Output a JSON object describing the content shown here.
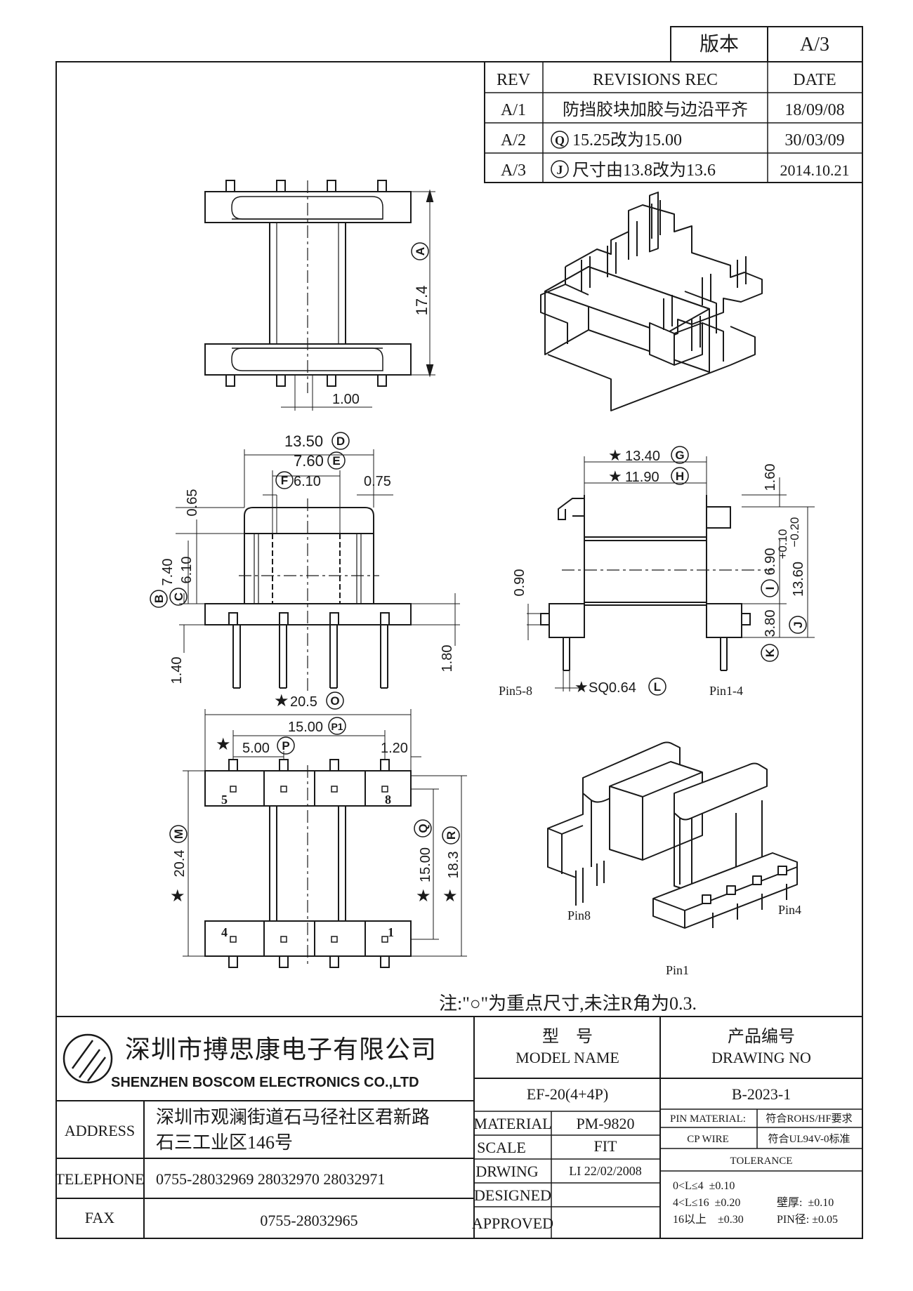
{
  "version_box": {
    "label": "版本",
    "value": "A/3"
  },
  "revisions": {
    "headers": [
      "REV",
      "REVISIONS REC",
      "DATE"
    ],
    "rows": [
      {
        "rev": "A/1",
        "mark": "",
        "text": "防挡胶块加胶与边沿平齐",
        "date": "18/09/08"
      },
      {
        "rev": "A/2",
        "mark": "Q",
        "text": "15.25改为15.00",
        "date": "30/03/09"
      },
      {
        "rev": "A/3",
        "mark": "J",
        "text": "尺寸由13.8改为13.6",
        "date": "2014.10.21"
      }
    ]
  },
  "dims": {
    "top_height": "17.4",
    "top_height_mark": "A",
    "top_gap": "1.00",
    "front_width": "13.50",
    "front_width_mark": "D",
    "front_inner": "7.60",
    "front_inner_mark": "E",
    "front_core": "6.10",
    "front_core_mark": "F",
    "front_side": "0.75",
    "front_top": "0.65",
    "front_height": "7.40",
    "front_height_mark": "B",
    "front_height2": "6.10",
    "front_height2_mark": "C",
    "front_base": "1.40",
    "front_pin": "1.80",
    "side_width": "13.40",
    "side_width_mark": "G",
    "side_inner": "11.90",
    "side_inner_mark": "H",
    "side_top": "1.60",
    "side_mid": "6.90",
    "side_mid_mark": "I",
    "side_total": "13.60",
    "side_total_mark": "J",
    "side_tol_plus": "+0.10",
    "side_tol_minus": "−0.20",
    "side_base": "3.80",
    "side_base_mark": "K",
    "side_slot": "0.90",
    "pin_size": "SQ0.64",
    "pin_size_mark": "L",
    "pin_left": "Pin5-8",
    "pin_right": "Pin1-4",
    "bot_width": "20.5",
    "bot_width_mark": "O",
    "bot_pitch_total": "15.00",
    "bot_pitch_total_mark": "P1",
    "bot_pitch": "5.00",
    "bot_pitch_mark": "P",
    "bot_edge": "1.20",
    "bot_height": "20.4",
    "bot_height_mark": "M",
    "bot_row": "15.00",
    "bot_row_mark": "Q",
    "bot_row2": "18.3",
    "bot_row2_mark": "R",
    "pin_no": [
      "5",
      "8",
      "4",
      "1"
    ],
    "star": "★"
  },
  "iso_labels": {
    "pin8": "Pin8",
    "pin4": "Pin4",
    "pin1": "Pin1"
  },
  "note": "注:\"○\"为重点尺寸,未注R角为0.3.",
  "company": {
    "name_cn": "深圳市搏思康电子有限公司",
    "name_en": "SHENZHEN BOSCOM ELECTRONICS CO.,LTD",
    "address_label": "ADDRESS",
    "address_1": "深圳市观澜街道石马径社区君新路",
    "address_2": "石三工业区146号",
    "telephone_label": "TELEPHONE",
    "telephone": "0755-28032969 28032970 28032971",
    "fax_label": "FAX",
    "fax": "0755-28032965"
  },
  "title_block": {
    "model_cn": "型    号",
    "model_en": "MODEL NAME",
    "model": "EF-20(4+4P)",
    "drawing_cn": "产品编号",
    "drawing_en": "DRAWING NO",
    "drawing": "B-2023-1",
    "material_label": "MATERIAL",
    "material": "PM-9820",
    "scale_label": "SCALE",
    "scale": "FIT",
    "drwing_label": "DRWING",
    "drwing": "LI 22/02/2008",
    "designed_label": "DESIGNED",
    "approved_label": "APPROVED",
    "pin_material_label": "PIN MATERIAL:",
    "pin_material": "符合ROHS/HF要求",
    "cp_wire_label": "CP WIRE",
    "cp_wire": "符合UL94V-0标准",
    "tolerance_label": "TOLERANCE",
    "tol_1": "0<L≤4  ±0.10",
    "tol_2": "4<L≤16  ±0.20",
    "tol_2b": "壁厚:  ±0.10",
    "tol_3": "16以上    ±0.30",
    "tol_3b": "PIN径: ±0.05"
  }
}
